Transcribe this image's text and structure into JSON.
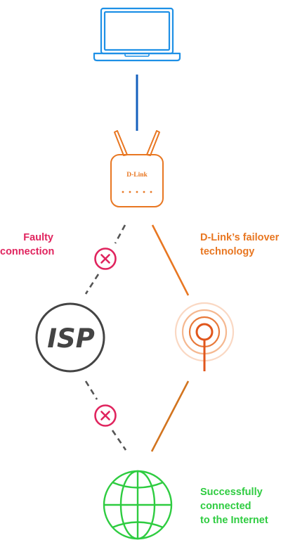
{
  "router": {
    "brand": "D-Link"
  },
  "isp": {
    "label": "ISP"
  },
  "labels": {
    "faulty": [
      "Faulty",
      "connection"
    ],
    "failover": [
      "D-Link’s failover",
      "technology"
    ],
    "success": [
      "Successfully",
      "connected",
      "to the Internet"
    ]
  },
  "colors": {
    "laptop": "#1e90e6",
    "laptop_link": "#1560bd",
    "router": "#e87722",
    "failover_line": "#e87722",
    "tower_outer": "#fad8c3",
    "tower_mid": "#f5b890",
    "tower_inner": "#e8793a",
    "tower_dark": "#e0561c",
    "faulty": "#e0245e",
    "dashed": "#555555",
    "isp": "#444444",
    "globe": "#2ecc40"
  },
  "icons": {
    "laptop": "laptop-icon",
    "router": "router-icon",
    "isp": "isp-icon",
    "tower": "cell-tower-icon",
    "globe": "globe-icon",
    "fail": "close-circle-icon"
  }
}
